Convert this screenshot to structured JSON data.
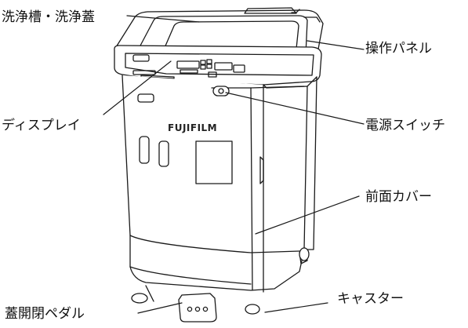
{
  "labels": {
    "washing_tub_lid": "洗浄槽・洗浄蓋",
    "control_panel": "操作パネル",
    "display": "ディスプレイ",
    "power_switch": "電源スイッチ",
    "front_cover": "前面カバー",
    "casters": "キャスター",
    "lid_pedal": "蓋開閉ペダル"
  },
  "brand": "FUJIFILM",
  "colors": {
    "line": "#1a1a1a",
    "body_fill": "#ffffff",
    "label": "#111111"
  }
}
